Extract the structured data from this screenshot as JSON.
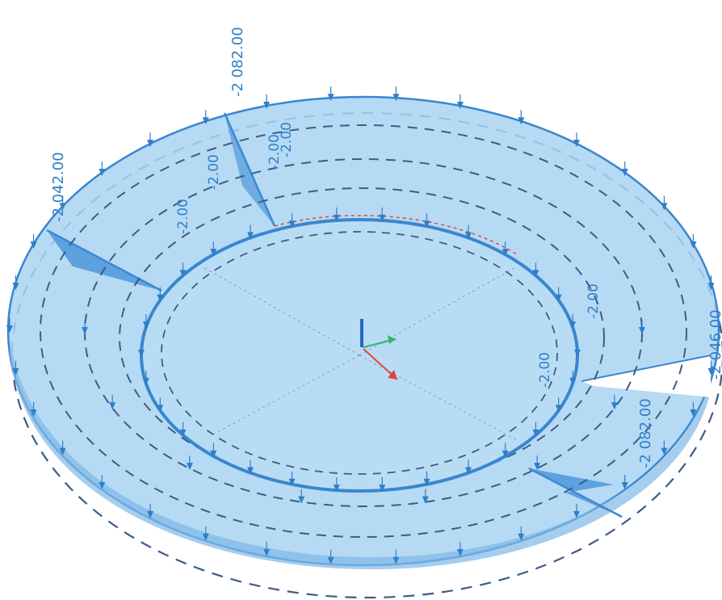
{
  "model_view": {
    "title": "",
    "colors": {
      "slab_fill": "#a9d3f2",
      "slab_edge": "#3a86cf",
      "dashed_line": "#3d5c86",
      "load_arrow": "#2f7fc8",
      "axis_x": "#e0453a",
      "axis_y": "#2fb86a",
      "axis_z": "#2b64c8"
    },
    "load_labels": {
      "top_left": "-2 042.00",
      "top": "-2 082.00",
      "right": "-2 046.00",
      "right_lower": "-2 082.00"
    },
    "ring_labels": {
      "upper_left": "-2.00",
      "upper_mid": "-2.00",
      "upper_right": "-2.00",
      "upper_center": "-2.00",
      "right_mid": "-2.00",
      "lower_center": "-2.00"
    },
    "icons": {
      "load_arrow": "down-arrow-icon",
      "axis_triad": "axis-triad-icon"
    }
  }
}
